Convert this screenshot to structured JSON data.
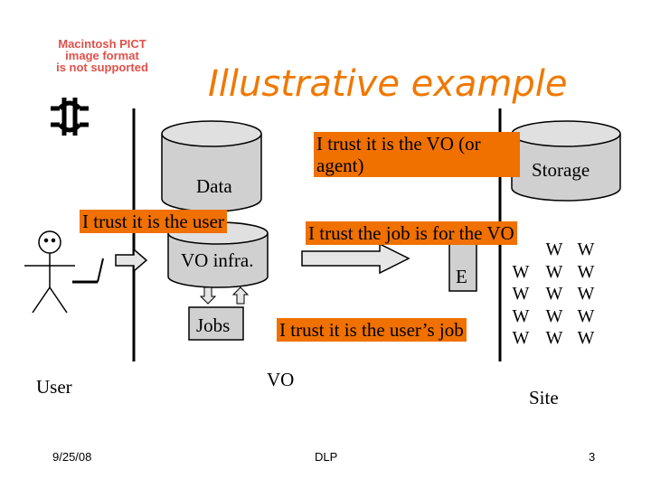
{
  "pict_notice": [
    "Macintosh PICT",
    "image format",
    "is not supported"
  ],
  "title": "Illustrative example",
  "labels": {
    "data": "Data",
    "storage": "Storage",
    "vo_infra": "VO infra.",
    "jobs": "Jobs",
    "user": "User",
    "vo": "VO",
    "site": "Site",
    "e": "E"
  },
  "callouts": {
    "trust_vo_agent": "I trust it is the VO (or agent)",
    "trust_user": "I trust it is the user",
    "trust_job_vo": "I trust the job is for the VO",
    "trust_user_job": "I trust it is the user’s job"
  },
  "worker_label": "W",
  "worker_grid": [
    [
      false,
      true,
      true
    ],
    [
      true,
      true,
      true
    ],
    [
      true,
      true,
      true
    ],
    [
      true,
      true,
      true
    ],
    [
      true,
      true,
      true
    ]
  ],
  "footer": {
    "date": "9/25/08",
    "center": "DLP",
    "page": "3"
  },
  "colors": {
    "title": "#f07800",
    "callout": "#f07000",
    "cylinder": "#d0d0d0",
    "arrow": "#e6e6e6"
  }
}
